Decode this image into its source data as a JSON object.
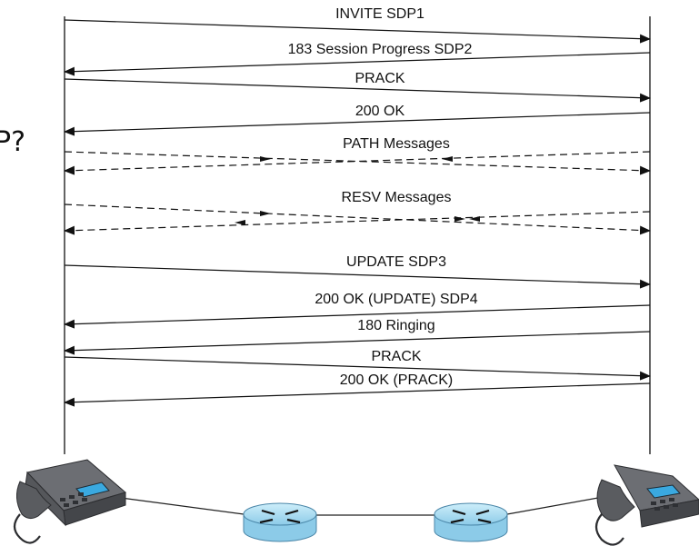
{
  "side_text": "P?",
  "messages": [
    {
      "label": "INVITE SDP1",
      "dir": "right",
      "style": "solid"
    },
    {
      "label": "183 Session Progress SDP2",
      "dir": "left",
      "style": "solid"
    },
    {
      "label": "PRACK",
      "dir": "right",
      "style": "solid"
    },
    {
      "label": "200 OK",
      "dir": "left",
      "style": "solid"
    },
    {
      "label": "PATH Messages",
      "dir": "both",
      "style": "dashed"
    },
    {
      "label": "RESV Messages",
      "dir": "both",
      "style": "dashed"
    },
    {
      "label": "UPDATE SDP3",
      "dir": "right",
      "style": "solid"
    },
    {
      "label": "200 OK (UPDATE) SDP4",
      "dir": "left",
      "style": "solid"
    },
    {
      "label": "180 Ringing",
      "dir": "left",
      "style": "solid"
    },
    {
      "label": "PRACK",
      "dir": "right",
      "style": "solid"
    },
    {
      "label": "200 OK (PRACK)",
      "dir": "left",
      "style": "solid"
    }
  ],
  "colors": {
    "line": "#111111",
    "phone_body": "#5f6166",
    "phone_dark": "#3a3c40",
    "screen": "#3aa9e0",
    "router": "#a9dcf2",
    "router_edge": "#4a86a8"
  },
  "icons": [
    "phone-left-icon",
    "router-left-icon",
    "router-right-icon",
    "phone-right-icon"
  ]
}
